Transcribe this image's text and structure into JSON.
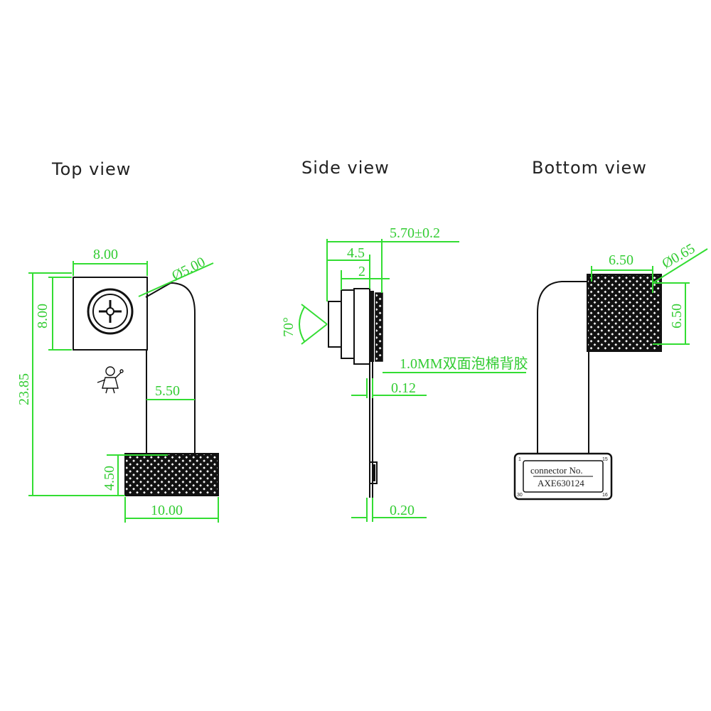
{
  "titles": {
    "top": "Top view",
    "side": "Side view",
    "bottom": "Bottom view"
  },
  "top_view": {
    "width_label": "8.00",
    "height_label": "8.00",
    "lens_label": "Ø5.00",
    "total_height_label": "23.85",
    "flex_width_label": "5.50",
    "connector_height_label": "4.50",
    "connector_width_label": "10.00"
  },
  "side_view": {
    "total_depth_label": "5.70±0.2",
    "barrel_label": "4.5",
    "lens_label": "2",
    "angle_label": "70°",
    "foam_label": "1.0MM双面泡棉背胶",
    "flex_thickness_label": "0.12",
    "stiffener_label": "0.20"
  },
  "bottom_view": {
    "pad_width_label": "6.50",
    "pad_height_label": "6.50",
    "hole_label": "Ø0.65",
    "connector_line1": "connector No.",
    "connector_line2": "AXE630124",
    "pin_1": "1",
    "pin_15": "15",
    "pin_30": "30",
    "pin_16": "16"
  },
  "colors": {
    "dimension": "#33dd33",
    "outline": "#111111"
  }
}
